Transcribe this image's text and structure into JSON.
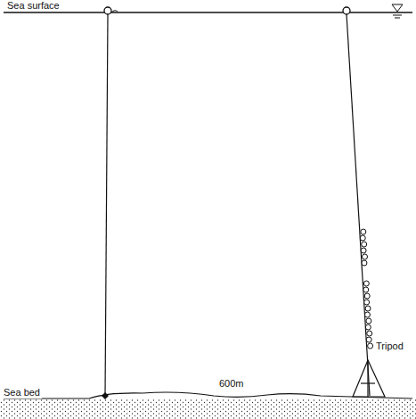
{
  "diagram": {
    "labels": [
      "Sea surface",
      "600m",
      "Tripod",
      "Sea bed"
    ]
  }
}
